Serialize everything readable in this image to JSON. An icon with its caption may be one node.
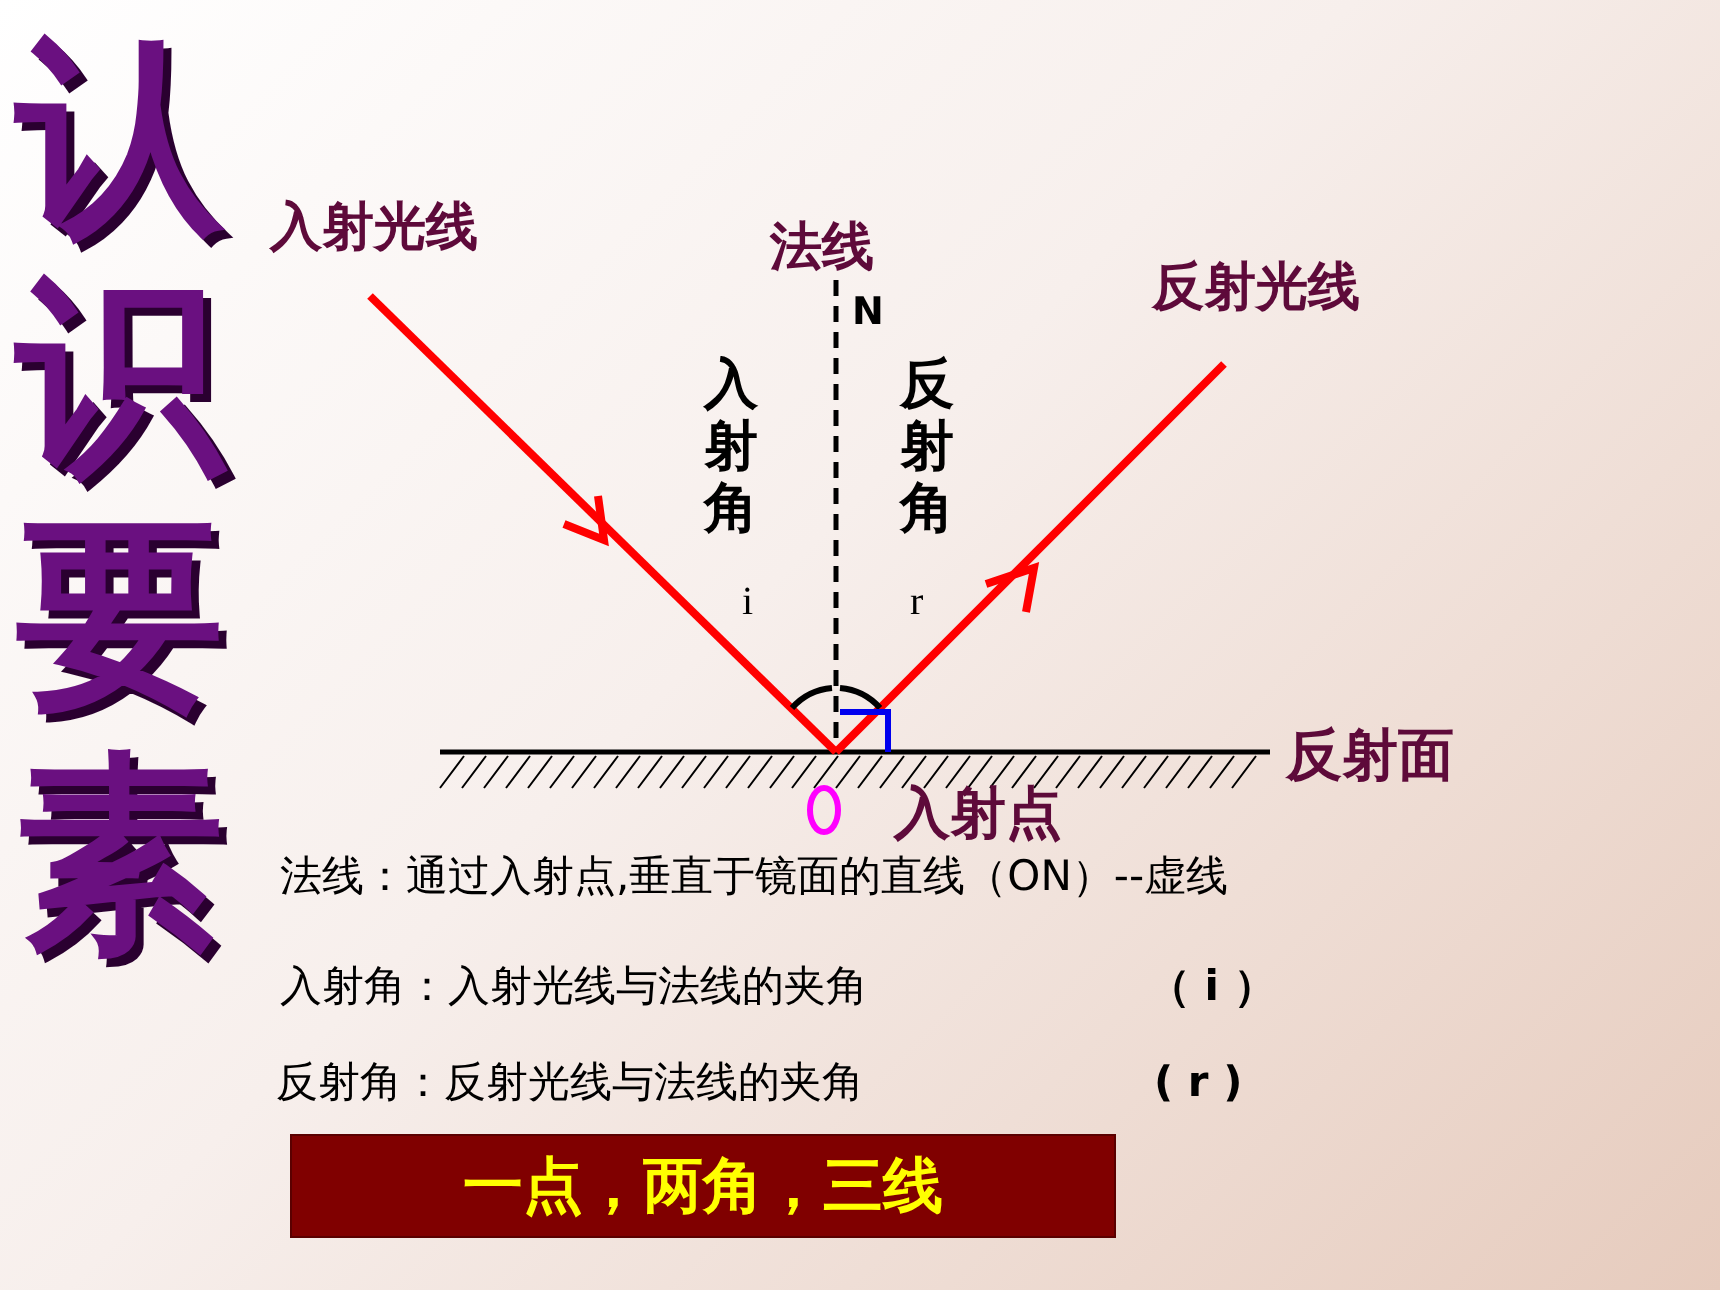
{
  "diagram": {
    "title": "认识要素",
    "nodes": [
      {
        "text": [
          "一点，两角，三线"
        ]
      }
    ],
    "labels": [
      "入射光线",
      "法线",
      "N",
      "反射光线",
      "入射角",
      "反射角",
      "i",
      "r",
      "反射面",
      "入射点",
      "法线：通过入射点,垂直于镜面的直线（ON）--虚线",
      "入射角：入射光线与法线的夹角",
      "（ i ）",
      "反射角：反射光线与法线的夹角",
      "( r )"
    ]
  }
}
